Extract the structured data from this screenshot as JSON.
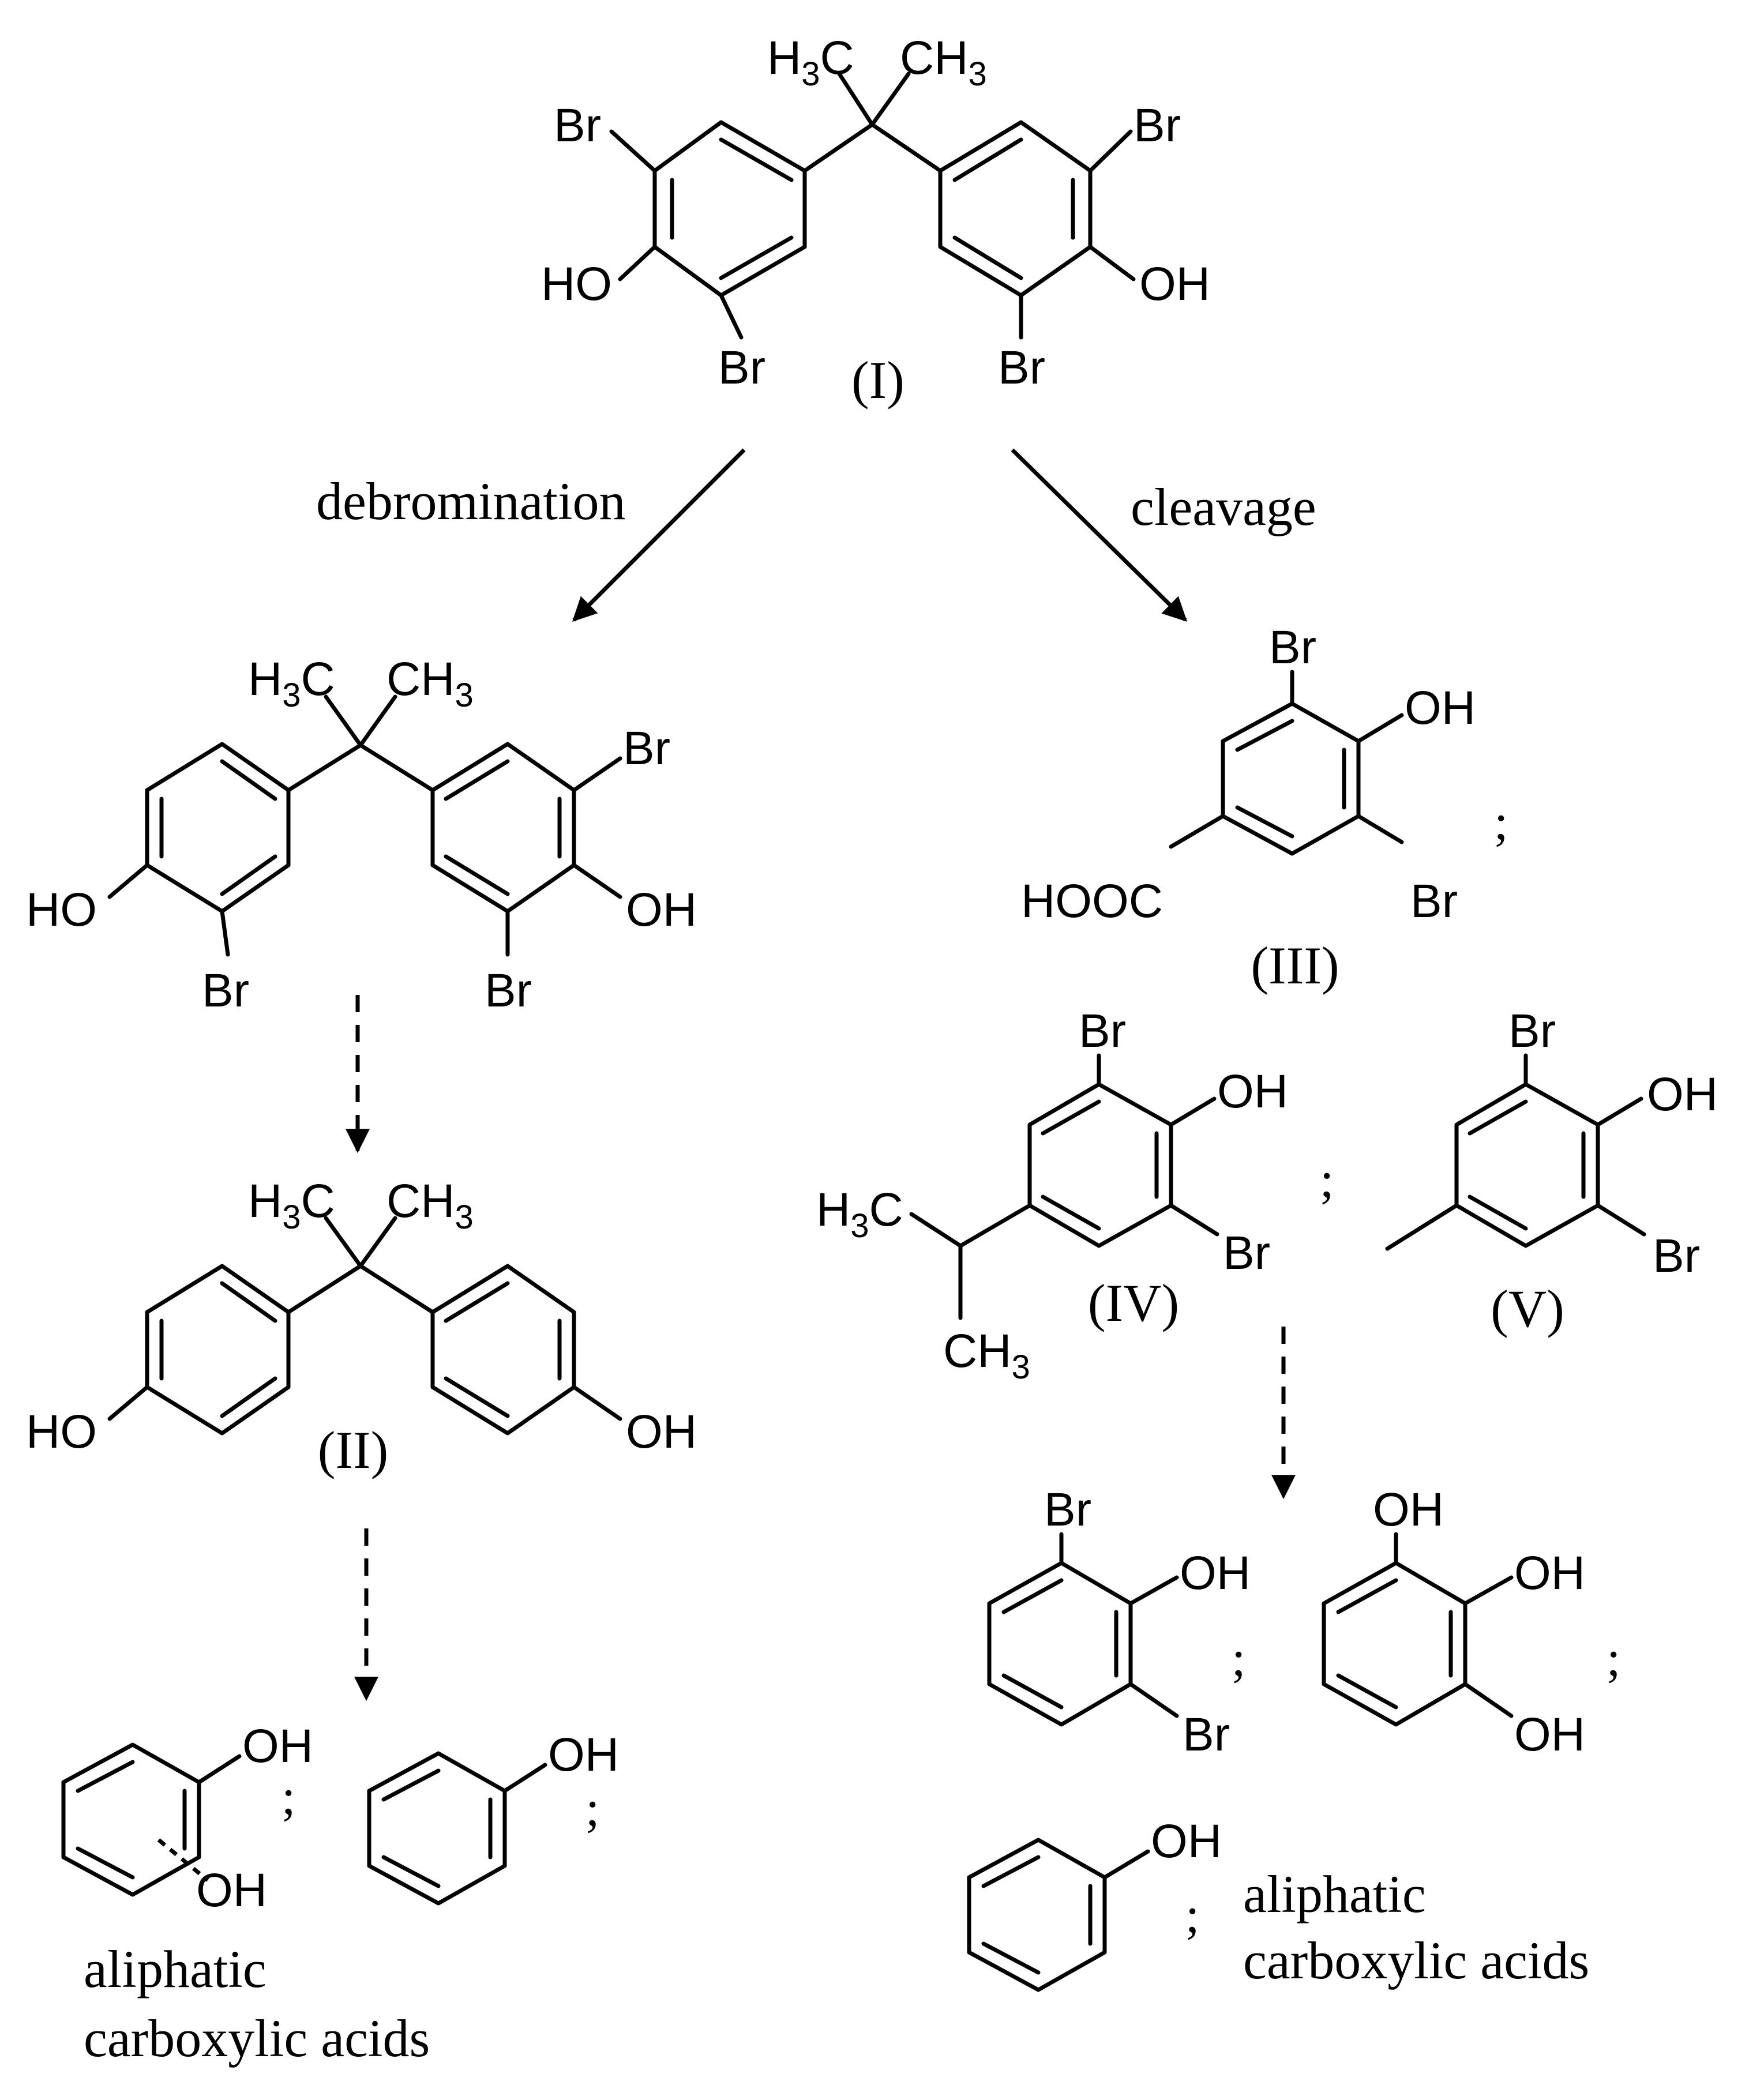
{
  "compounds": {
    "c1": {
      "label": "(I)"
    },
    "c2": {
      "label": "(II)"
    },
    "c3": {
      "label": "(III)"
    },
    "c4": {
      "label": "(IV)"
    },
    "c5": {
      "label": "(V)"
    }
  },
  "steps": {
    "left": "debromination",
    "right": "cleavage"
  },
  "products": {
    "left_end": [
      "aliphatic",
      "carboxylic acids"
    ],
    "right_end": [
      "aliphatic",
      "carboxylic acids"
    ]
  },
  "atoms": {
    "Br": "Br",
    "OH": "OH",
    "HO": "HO",
    "HOOC": "HOOC",
    "H": "H",
    "C": "C",
    "three": "3"
  },
  "separator": ";"
}
